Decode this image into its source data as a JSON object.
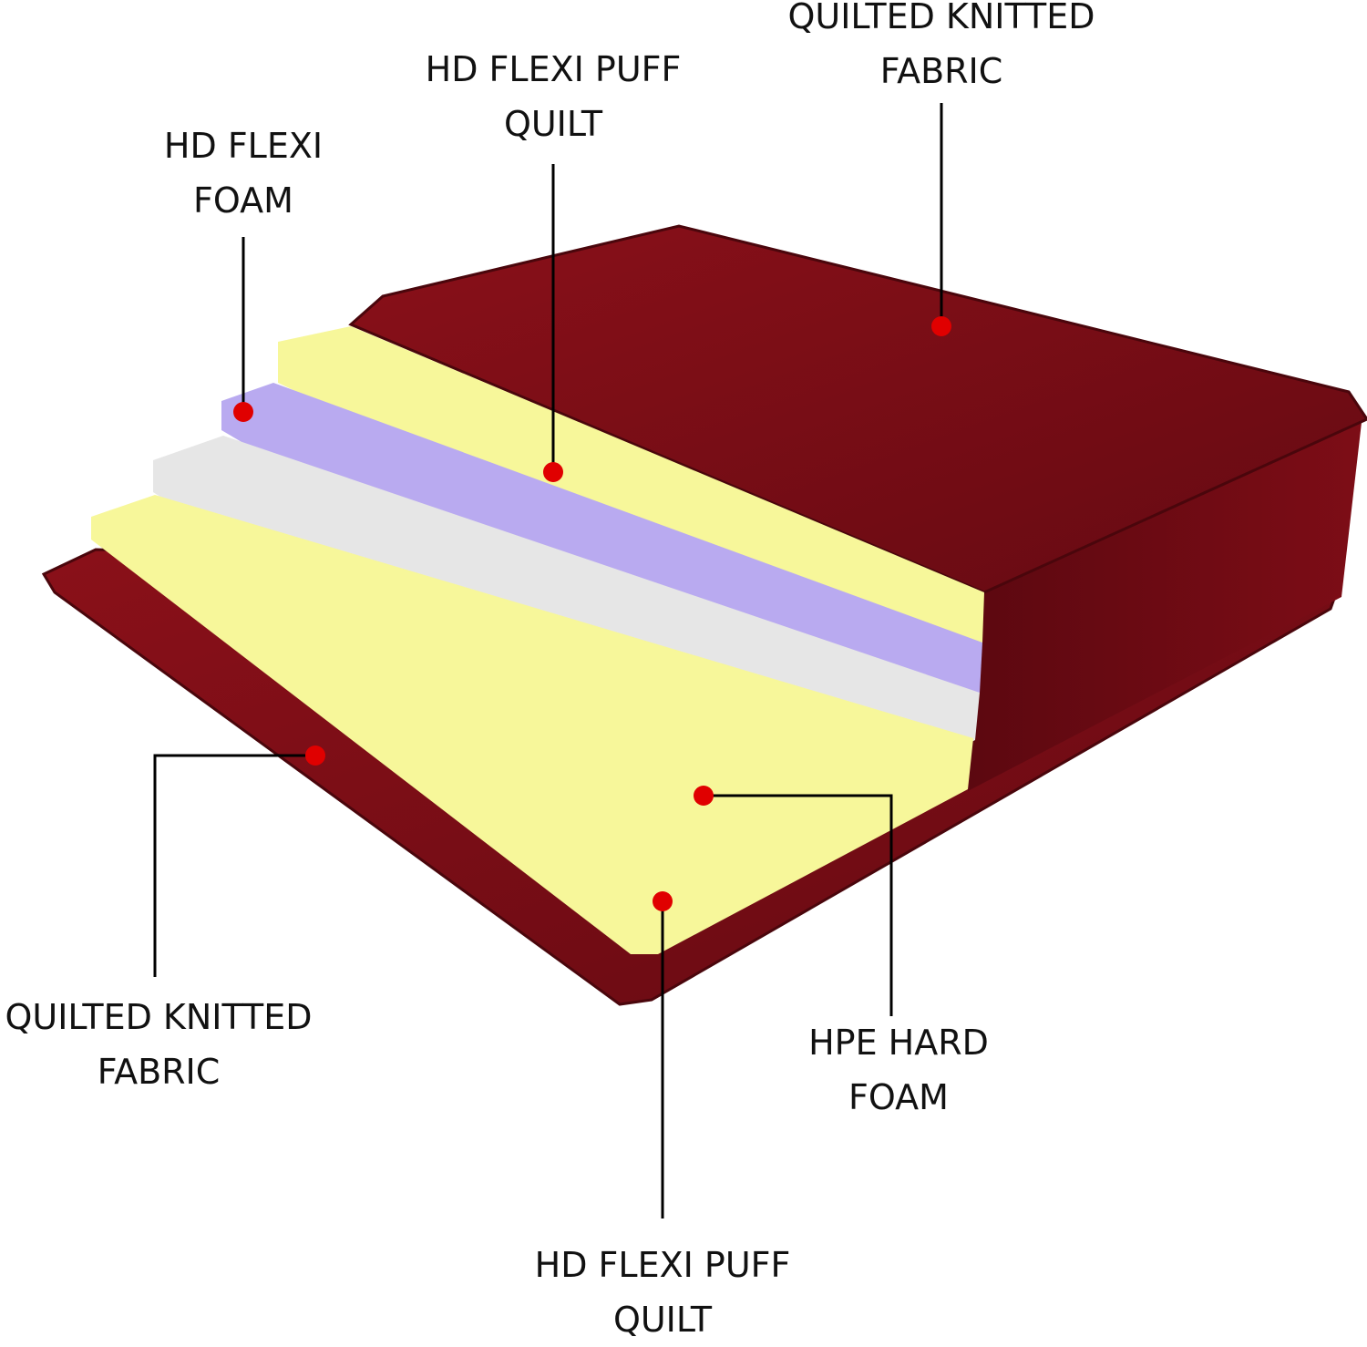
{
  "colors": {
    "fabric": "#7a0b14",
    "fabric_dark": "#5a0810",
    "puff_quilt": "#f7f79a",
    "flexi_foam": "#b9aaf0",
    "hpe_foam": "#e8e8e8",
    "marker": "#e00000",
    "leader": "#000000"
  },
  "labels": [
    {
      "id": "top-fabric",
      "line1": "QUILTED KNITTED",
      "line2": "FABRIC"
    },
    {
      "id": "top-puff",
      "line1": "HD FLEXI PUFF",
      "line2": "QUILT"
    },
    {
      "id": "flexi-foam",
      "line1": "HD FLEXI",
      "line2": "FOAM"
    },
    {
      "id": "bottom-fabric",
      "line1": "QUILTED KNITTED",
      "line2": "FABRIC"
    },
    {
      "id": "hpe-foam",
      "line1": "HPE HARD",
      "line2": "FOAM"
    },
    {
      "id": "bottom-puff",
      "line1": "HD FLEXI PUFF",
      "line2": "QUILT"
    }
  ]
}
